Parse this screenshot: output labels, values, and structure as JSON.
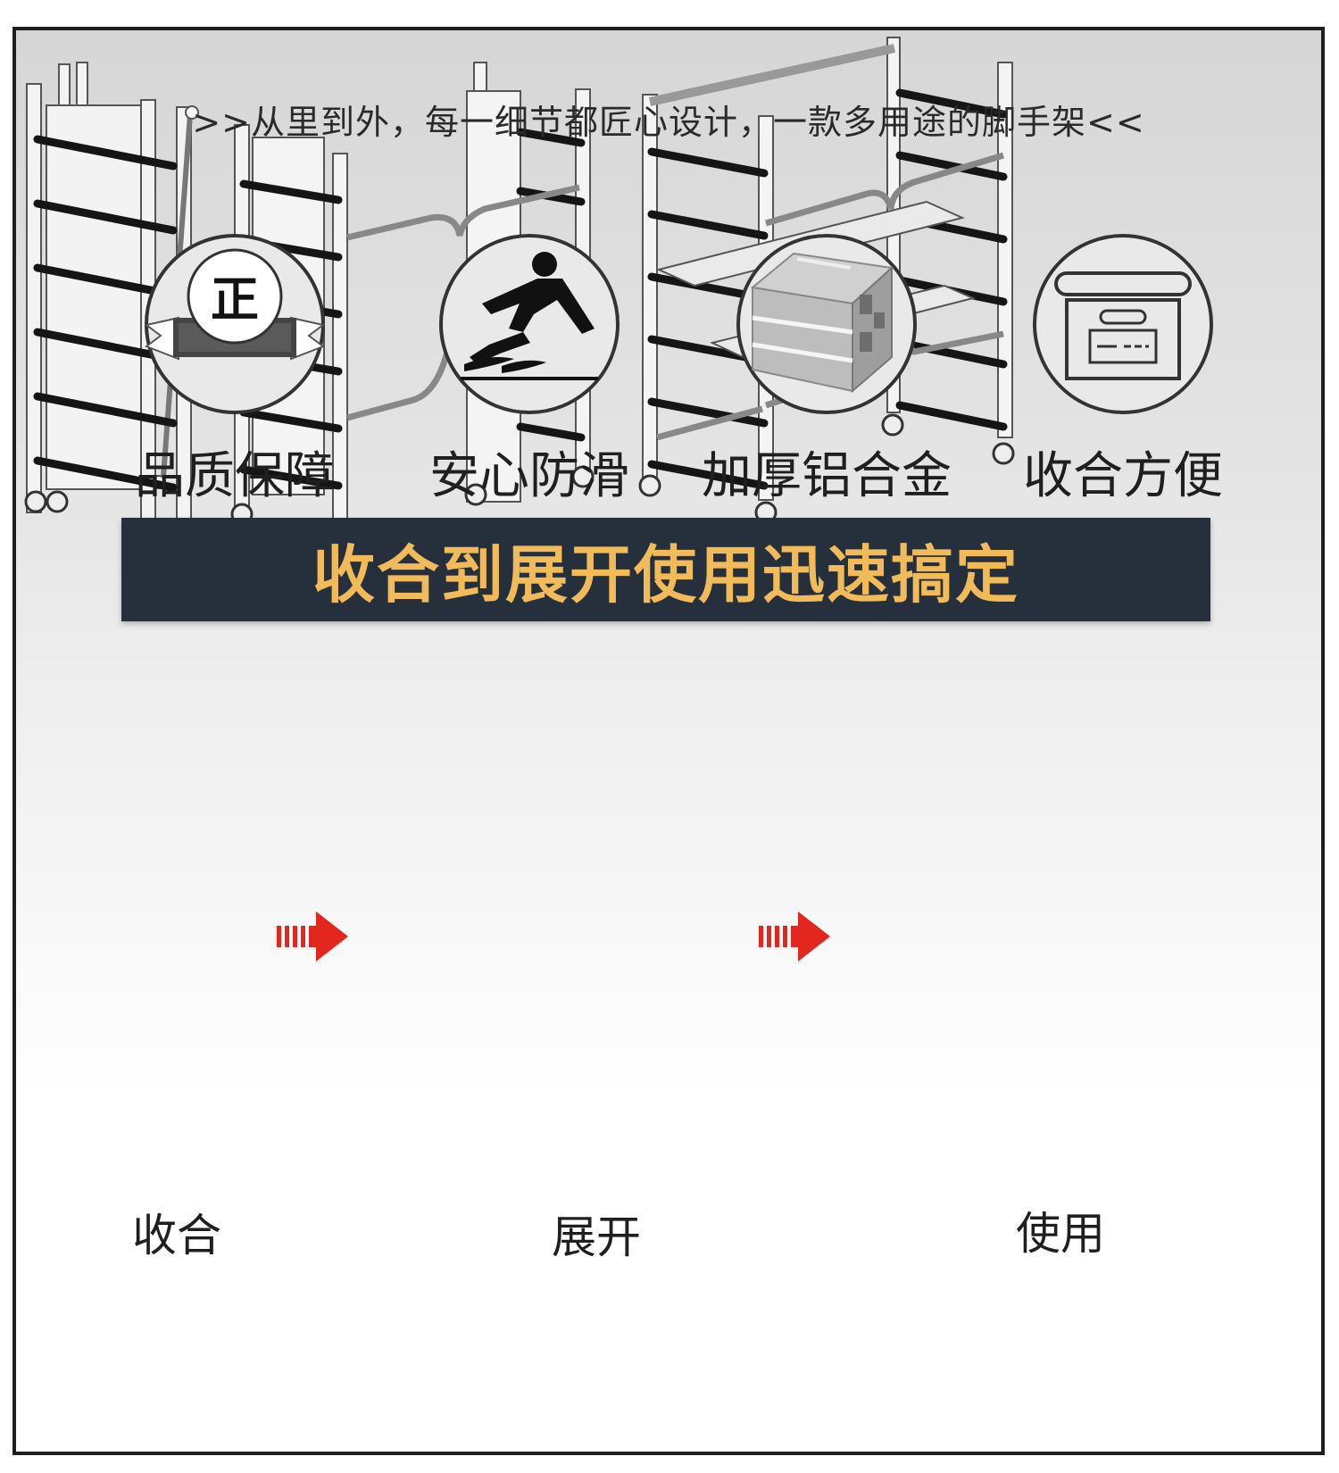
{
  "headline": ">>从里到外，每一细节都匠心设计，一款多用途的脚手架<<",
  "features": [
    {
      "icon": "quality-badge-icon",
      "badge_char": "正",
      "label": "品质保障"
    },
    {
      "icon": "anti-slip-icon",
      "label": "安心防滑"
    },
    {
      "icon": "aluminum-profile-icon",
      "label": "加厚铝合金"
    },
    {
      "icon": "storage-box-icon",
      "label": "收合方便"
    }
  ],
  "banner": {
    "text": "收合到展开使用迅速搞定",
    "bg_color": "#26303c",
    "text_color": "#f2bb5a"
  },
  "steps": [
    {
      "label": "收合",
      "state": "folded"
    },
    {
      "label": "展开",
      "state": "unfolded"
    },
    {
      "label": "使用",
      "state": "in-use"
    }
  ],
  "arrow_color": "#e3261e"
}
